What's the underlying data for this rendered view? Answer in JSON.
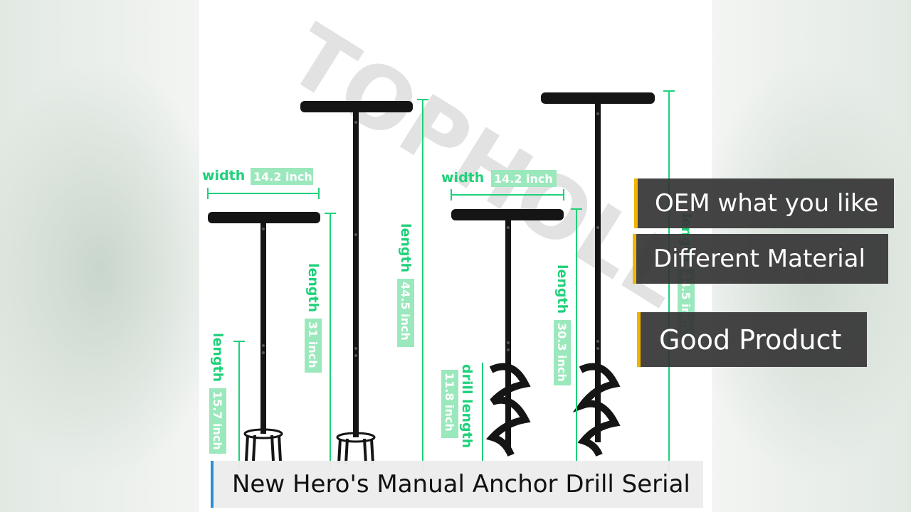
{
  "overlay": {
    "oem": "OEM what you like",
    "material": "Different Material",
    "good": "Good Product",
    "subtitle": "New Hero's Manual Anchor Drill Serial"
  },
  "image": {
    "watermark": "TOPHOLL",
    "left_tools": {
      "width_label": "width",
      "width_value": "14.2 inch",
      "short_length_label": "length",
      "short_length_value": "15.7 inch",
      "mid_length_label": "length",
      "mid_length_value": "31 inch",
      "long_length_label": "length",
      "long_length_value": "44.5 inch"
    },
    "right_tools": {
      "width_label": "width",
      "width_value": "14.2 inch",
      "drill_length_label": "drill length",
      "drill_length_value": "11.8 inch",
      "mid_length_label": "length",
      "mid_length_value": "30.3 inch",
      "long_length_label": "length",
      "long_length_value": "44.5 inch"
    }
  },
  "colors": {
    "accent_green": "#1fd17a",
    "label_bg": "#9be8bd",
    "caption_bg": "#343434",
    "caption_bar": "#f0b400",
    "subtitle_bar": "#2a8fd6"
  }
}
